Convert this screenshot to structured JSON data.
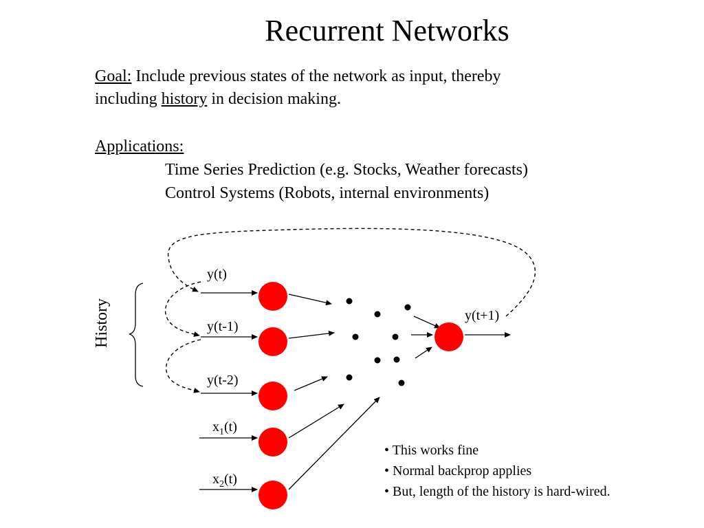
{
  "slide": {
    "title": "Recurrent Networks",
    "goal": {
      "label": "Goal:",
      "line1_rest": " Include previous states of the network as input, thereby",
      "line2_pre": "including ",
      "history_word": "history",
      "line2_post": " in decision making."
    },
    "applications": {
      "label": "Applications:",
      "items": [
        "Time Series Prediction (e.g. Stocks, Weather forecasts)",
        "Control Systems (Robots, internal environments)"
      ]
    },
    "diagram": {
      "history_label": "History",
      "input_labels": {
        "y_t": "y(t)",
        "y_t1": "y(t-1)",
        "y_t2": "y(t-2)",
        "x1_base": "x",
        "x1_sub": "1",
        "x1_suffix": "(t)",
        "x2_base": "x",
        "x2_sub": "2",
        "x2_suffix": "(t)"
      },
      "output_label": "y(t+1)",
      "node_color": "#ff0000"
    },
    "notes": [
      "• This works fine",
      "• Normal backprop applies",
      "• But, length of the history is hard-wired."
    ]
  }
}
